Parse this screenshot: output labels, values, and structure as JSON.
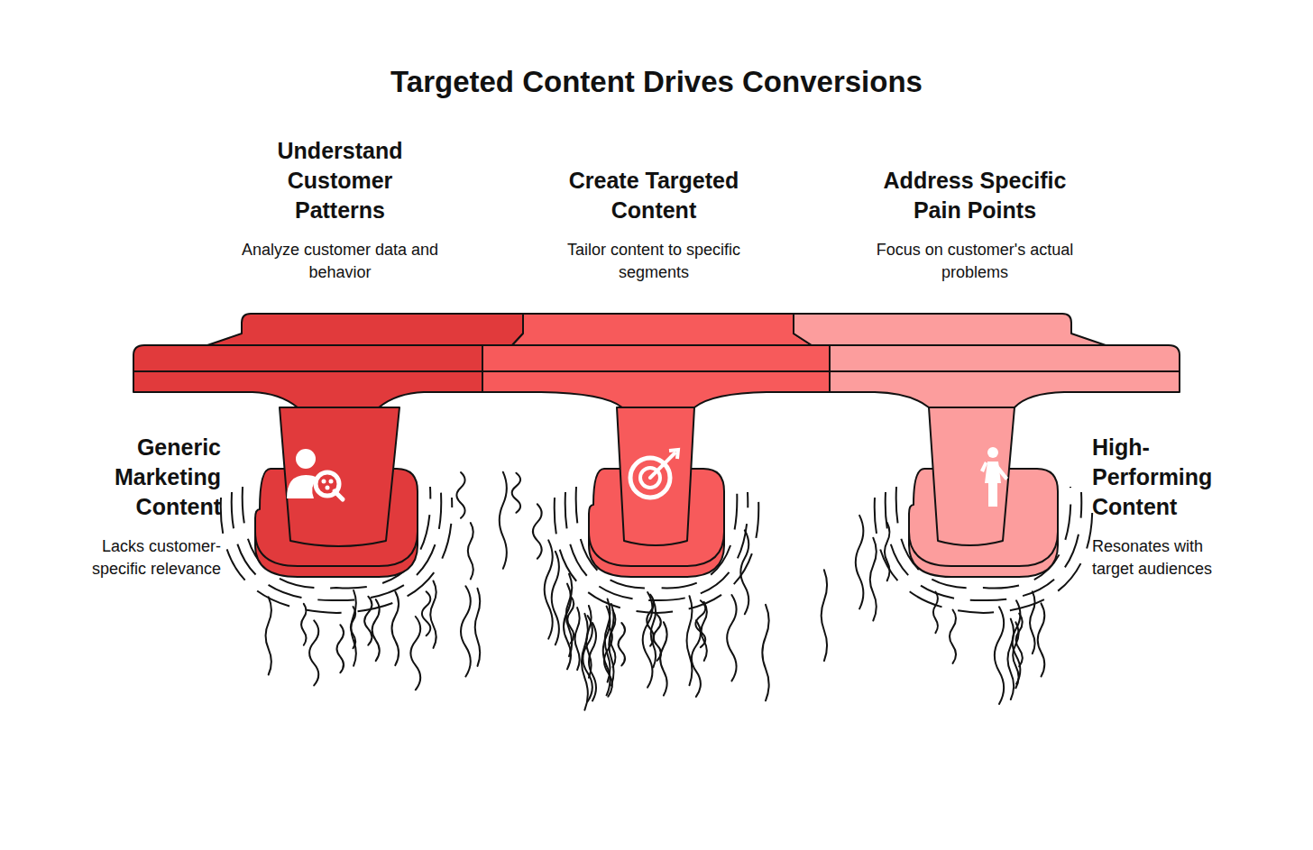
{
  "diagram": {
    "title": "Targeted Content Drives Conversions",
    "nodes": [
      {
        "text": [
          "Understand Customer Patterns",
          "Analyze customer data and behavior"
        ]
      },
      {
        "text": [
          "Create Targeted Content",
          "Tailor content to specific segments"
        ]
      },
      {
        "text": [
          "Address Specific Pain Points",
          "Focus on customer's actual problems"
        ]
      }
    ],
    "labels": [
      "Generic Marketing Content",
      "Lacks customer-specific relevance",
      "High-Performing Content",
      "Resonates with target audiences"
    ]
  }
}
